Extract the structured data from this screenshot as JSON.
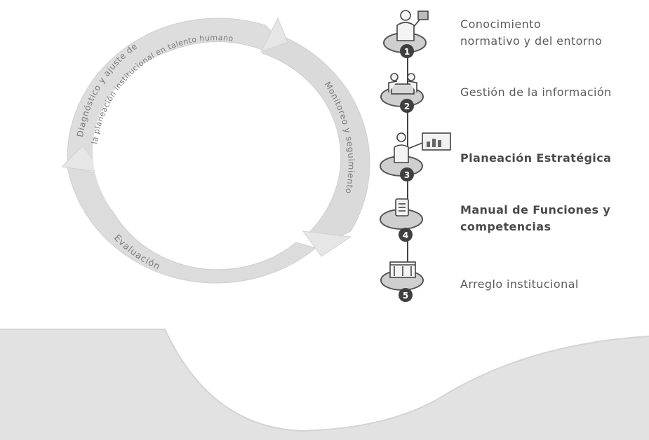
{
  "cycle": {
    "segments": [
      {
        "id": "top",
        "text_line1": "Diagnóstico y ajuste de",
        "text_line2": "la planeación institucional en talento humano"
      },
      {
        "id": "right",
        "text_line1": "Monitoreo y seguimiento",
        "text_line2": ""
      },
      {
        "id": "bottom",
        "text_line1": "Evaluación",
        "text_line2": ""
      }
    ]
  },
  "steps": [
    {
      "number": "1",
      "label": "Conocimiento\nnormativo y del entorno",
      "icon": "person-presenting-icon"
    },
    {
      "number": "2",
      "label": "Gestión de la información",
      "icon": "team-meeting-icon"
    },
    {
      "number": "3",
      "label": "Planeación Estratégica",
      "icon": "presenter-board-icon"
    },
    {
      "number": "4",
      "label": "Manual de Funciones y\ncompetencias",
      "icon": "document-icon"
    },
    {
      "number": "5",
      "label": "Arreglo institucional",
      "icon": "building-icon"
    }
  ],
  "colors": {
    "ring": "#dcdcdc",
    "ring_border": "#cfcfcf",
    "badge": "#3f3f3f",
    "disc": "#c8c8c8",
    "bottom_band": "#e3e3e3"
  }
}
